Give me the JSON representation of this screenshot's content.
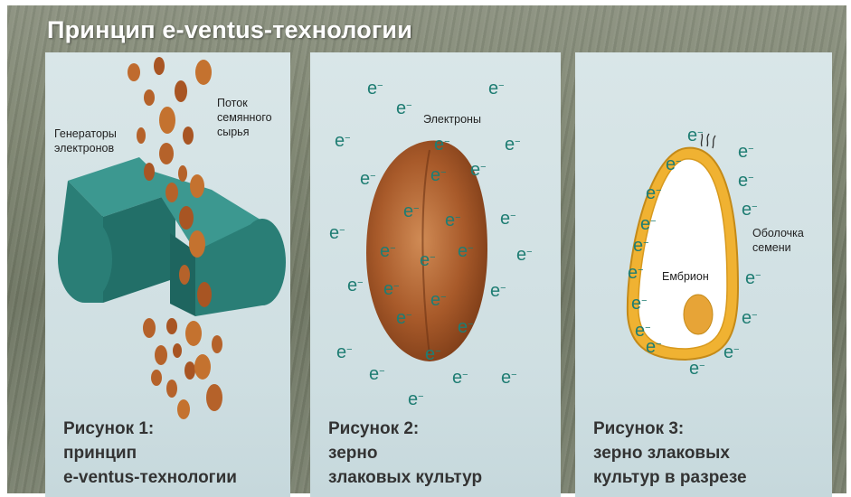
{
  "slide": {
    "title": "Принцип e-ventus-технологии"
  },
  "panels": [
    {
      "caption_line1": "Рисунок 1:",
      "caption_line2": "принцип",
      "caption_line3": "e-ventus-технологии",
      "labels": {
        "generators": "Генераторы электронов",
        "stream": "Поток семянного сырья"
      }
    },
    {
      "caption_line1": "Рисунок 2:",
      "caption_line2": "зерно",
      "caption_line3": "злаковых культур",
      "labels": {
        "electrons": "Электроны"
      }
    },
    {
      "caption_line1": "Рисунок 3:",
      "caption_line2": "зерно злаковых",
      "caption_line3": "культур в разрезе",
      "labels": {
        "shell": "Оболочка семени",
        "embryo": "Ембрион"
      }
    }
  ],
  "electron_symbol": "e",
  "electron_sup": "−",
  "colors": {
    "electron": "#1f7d73",
    "cylinder": "#2a7e76",
    "seed": "#b5622a",
    "shell": "#f0b232",
    "embryo": "#e7a437"
  },
  "icons": [
    "cylinder-generator-icon",
    "seed-icon",
    "grain-icon",
    "grain-cross-section-icon"
  ]
}
